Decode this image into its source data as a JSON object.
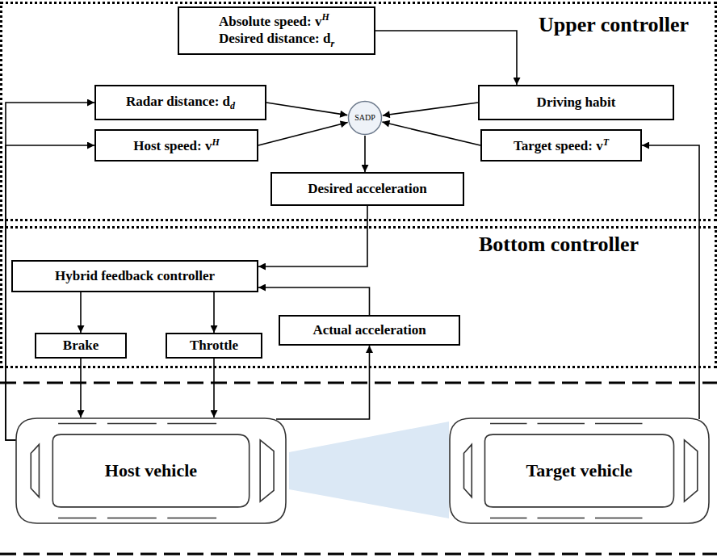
{
  "diagram": {
    "nodes": [
      {
        "text": [
          "Upper controller"
        ]
      },
      {
        "text": [
          "Absolute speed: v",
          "H",
          "Desired distance: d",
          "r"
        ],
        "in": 0
      },
      {
        "text": [
          "Radar distance: d",
          "d"
        ],
        "in": 0
      },
      {
        "text": [
          "SADP"
        ],
        "in": 0
      },
      {
        "text": [
          "Driving habit"
        ],
        "in": 0
      },
      {
        "text": [
          "Host speed: v",
          "H"
        ],
        "in": 0
      },
      {
        "text": [
          "Target speed: v",
          "T"
        ],
        "in": 0
      },
      {
        "text": [
          "Desired acceleration"
        ],
        "in": 0
      },
      {
        "text": [
          "Bottom controller"
        ]
      },
      {
        "text": [
          "Hybrid feedback controller"
        ],
        "in": 8
      },
      {
        "text": [
          "Actual acceleration"
        ],
        "in": 8
      },
      {
        "text": [
          "Brake"
        ],
        "in": 8
      },
      {
        "text": [
          "Throttle"
        ],
        "in": 8
      },
      {
        "text": [
          "Host vehicle"
        ]
      },
      {
        "text": [
          "Target vehicle"
        ]
      }
    ],
    "edges": [
      {
        "from": 1,
        "to": 4,
        "arrow": "to"
      },
      {
        "from": 2,
        "to": 3,
        "arrow": "to"
      },
      {
        "from": 4,
        "to": 3,
        "arrow": "to"
      },
      {
        "from": 5,
        "to": 3,
        "arrow": "to"
      },
      {
        "from": 6,
        "to": 3,
        "arrow": "to"
      },
      {
        "from": 3,
        "to": 7,
        "arrow": "to"
      },
      {
        "from": 7,
        "to": 9,
        "arrow": "to"
      },
      {
        "from": 10,
        "to": 9,
        "arrow": "to"
      },
      {
        "from": 9,
        "to": 11,
        "arrow": "to"
      },
      {
        "from": 9,
        "to": 12,
        "arrow": "to"
      },
      {
        "from": 11,
        "to": 13,
        "arrow": "to"
      },
      {
        "from": 12,
        "to": 13,
        "arrow": "to"
      },
      {
        "from": 13,
        "to": 10,
        "arrow": "to"
      },
      {
        "from": 13,
        "to": 2,
        "arrow": "to"
      },
      {
        "from": 13,
        "to": 5,
        "arrow": "to"
      },
      {
        "from": 14,
        "to": 6,
        "arrow": "to"
      }
    ]
  }
}
